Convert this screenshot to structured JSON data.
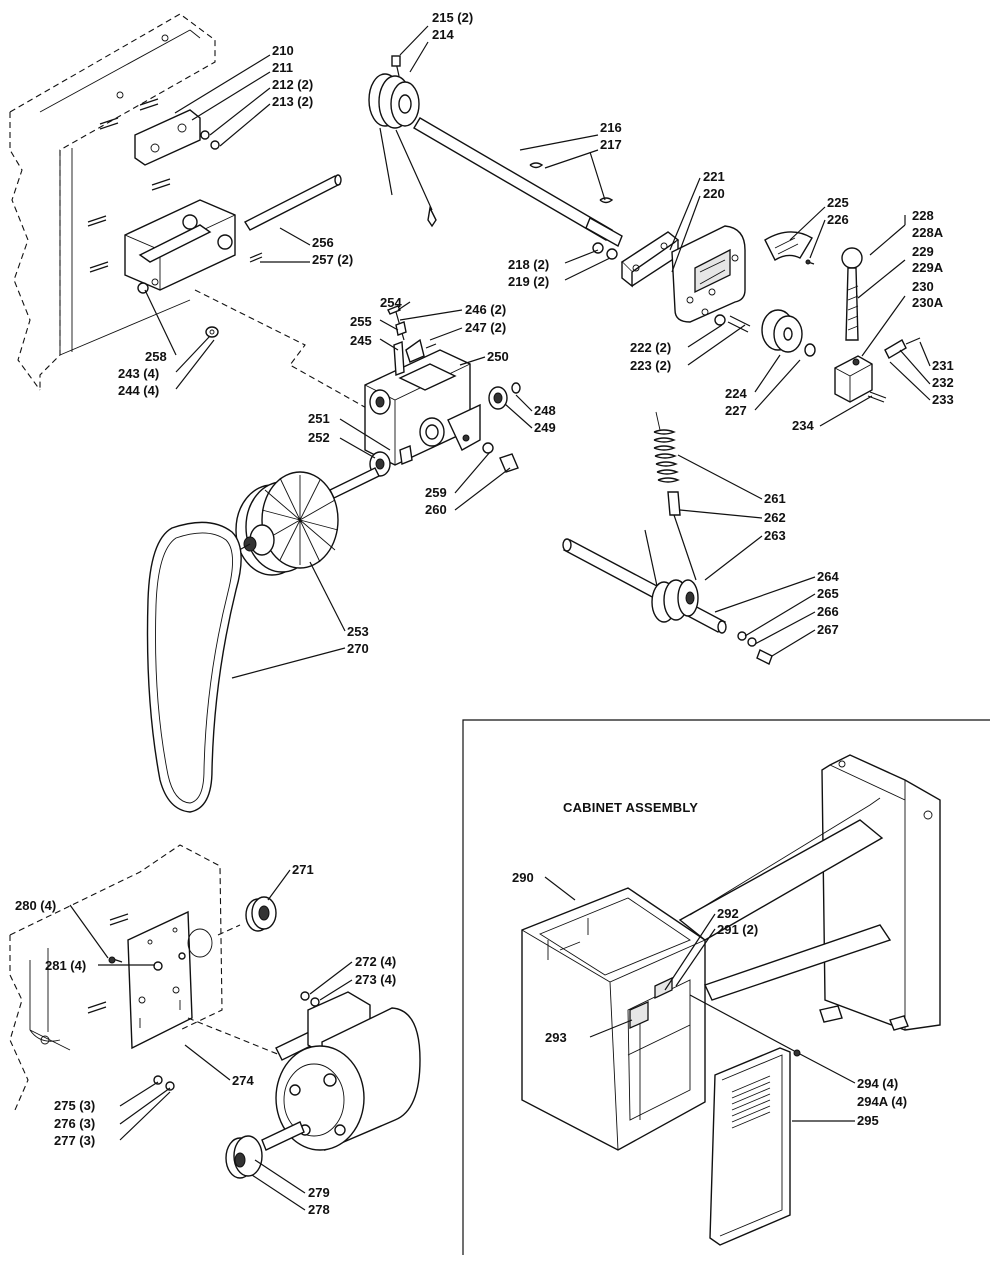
{
  "inset": {
    "title": "CABINET ASSEMBLY"
  },
  "callouts": [
    {
      "id": "c215",
      "text": "215 (2)"
    },
    {
      "id": "c214",
      "text": "214"
    },
    {
      "id": "c210",
      "text": "210"
    },
    {
      "id": "c211",
      "text": "211"
    },
    {
      "id": "c212",
      "text": "212 (2)"
    },
    {
      "id": "c213",
      "text": "213 (2)"
    },
    {
      "id": "c216",
      "text": "216"
    },
    {
      "id": "c217",
      "text": "217"
    },
    {
      "id": "c221",
      "text": "221"
    },
    {
      "id": "c220",
      "text": "220"
    },
    {
      "id": "c225",
      "text": "225"
    },
    {
      "id": "c226",
      "text": "226"
    },
    {
      "id": "c228",
      "text": "228"
    },
    {
      "id": "c228a",
      "text": "228A"
    },
    {
      "id": "c229",
      "text": "229"
    },
    {
      "id": "c229a",
      "text": "229A"
    },
    {
      "id": "c230",
      "text": "230"
    },
    {
      "id": "c230a",
      "text": "230A"
    },
    {
      "id": "c256",
      "text": "256"
    },
    {
      "id": "c257",
      "text": "257 (2)"
    },
    {
      "id": "c218",
      "text": "218 (2)"
    },
    {
      "id": "c219",
      "text": "219 (2)"
    },
    {
      "id": "c254",
      "text": "254"
    },
    {
      "id": "c246",
      "text": "246 (2)"
    },
    {
      "id": "c255",
      "text": "255"
    },
    {
      "id": "c247",
      "text": "247 (2)"
    },
    {
      "id": "c245",
      "text": "245"
    },
    {
      "id": "c250",
      "text": "250"
    },
    {
      "id": "c258",
      "text": "258"
    },
    {
      "id": "c243",
      "text": "243 (4)"
    },
    {
      "id": "c244",
      "text": "244 (4)"
    },
    {
      "id": "c222",
      "text": "222 (2)"
    },
    {
      "id": "c223",
      "text": "223 (2)"
    },
    {
      "id": "c231",
      "text": "231"
    },
    {
      "id": "c232",
      "text": "232"
    },
    {
      "id": "c233",
      "text": "233"
    },
    {
      "id": "c224",
      "text": "224"
    },
    {
      "id": "c227",
      "text": "227"
    },
    {
      "id": "c234",
      "text": "234"
    },
    {
      "id": "c248",
      "text": "248"
    },
    {
      "id": "c249",
      "text": "249"
    },
    {
      "id": "c251",
      "text": "251"
    },
    {
      "id": "c252",
      "text": "252"
    },
    {
      "id": "c259",
      "text": "259"
    },
    {
      "id": "c260",
      "text": "260"
    },
    {
      "id": "c261",
      "text": "261"
    },
    {
      "id": "c262",
      "text": "262"
    },
    {
      "id": "c263",
      "text": "263"
    },
    {
      "id": "c264",
      "text": "264"
    },
    {
      "id": "c265",
      "text": "265"
    },
    {
      "id": "c266",
      "text": "266"
    },
    {
      "id": "c267",
      "text": "267"
    },
    {
      "id": "c253",
      "text": "253"
    },
    {
      "id": "c270",
      "text": "270"
    },
    {
      "id": "c271",
      "text": "271"
    },
    {
      "id": "c280",
      "text": "280 (4)"
    },
    {
      "id": "c281",
      "text": "281 (4)"
    },
    {
      "id": "c272",
      "text": "272 (4)"
    },
    {
      "id": "c273",
      "text": "273 (4)"
    },
    {
      "id": "c274",
      "text": "274"
    },
    {
      "id": "c275",
      "text": "275 (3)"
    },
    {
      "id": "c276",
      "text": "276 (3)"
    },
    {
      "id": "c277",
      "text": "277 (3)"
    },
    {
      "id": "c279",
      "text": "279"
    },
    {
      "id": "c278",
      "text": "278"
    },
    {
      "id": "c290",
      "text": "290"
    },
    {
      "id": "c292",
      "text": "292"
    },
    {
      "id": "c291",
      "text": "291 (2)"
    },
    {
      "id": "c293",
      "text": "293"
    },
    {
      "id": "c294",
      "text": "294 (4)"
    },
    {
      "id": "c294a",
      "text": "294A (4)"
    },
    {
      "id": "c295",
      "text": "295"
    }
  ]
}
